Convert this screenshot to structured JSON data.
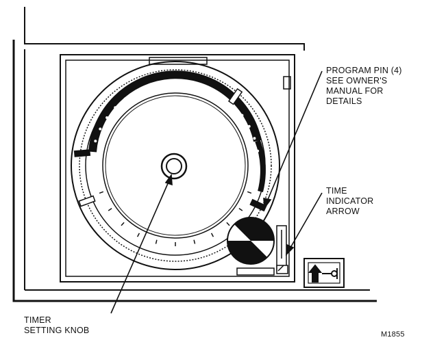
{
  "labels": {
    "program_pin": [
      "PROGRAM PIN (4)",
      "SEE OWNER'S",
      "MANUAL FOR",
      "DETAILS"
    ],
    "time_indicator": [
      "TIME",
      "INDICATOR",
      "ARROW"
    ],
    "timer_knob": [
      "TIMER",
      "SETTING KNOB"
    ],
    "figure_code": "M1855"
  }
}
